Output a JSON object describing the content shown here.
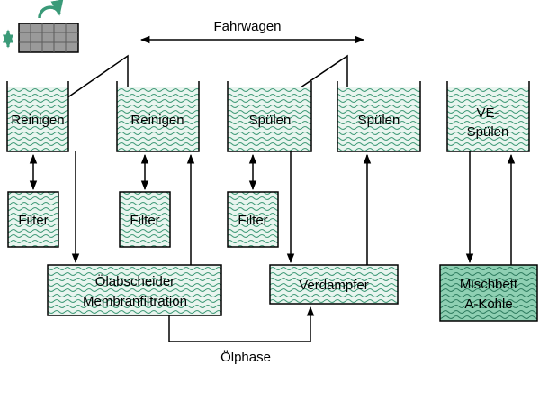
{
  "colors": {
    "liquid_fill": "#e9f5ef",
    "liquid_wave": "#3f9a77",
    "mixbed_fill": "#8fd0b3",
    "line": "#000000",
    "carrier_arrow": "#3a9a78",
    "carrier_grid": "#8a8a8a"
  },
  "carrier": {
    "rotate_icon": "curved-arrow-icon",
    "lift_icon": "double-vertical-arrow-icon"
  },
  "labels": {
    "fahrwagen": "Fahrwagen",
    "olphase": "Ölphase"
  },
  "tanks": [
    {
      "label": "Reinigen"
    },
    {
      "label": "Reinigen"
    },
    {
      "label": "Spülen"
    },
    {
      "label": "Spülen"
    },
    {
      "label_line1": "VE-",
      "label_line2": "Spülen"
    }
  ],
  "filters": [
    "Filter",
    "Filter",
    "Filter"
  ],
  "units": {
    "separator_line1": "Ölabscheider",
    "separator_line2": "Membranfiltration",
    "evaporator": "Verdampfer",
    "mixbed_line1": "Mischbett",
    "mixbed_line2": "A-Kohle"
  }
}
